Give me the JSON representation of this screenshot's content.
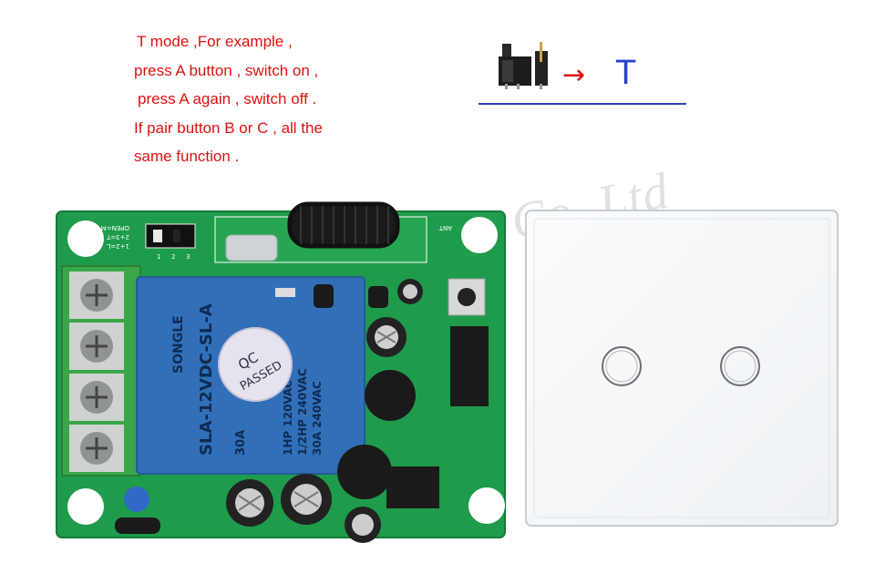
{
  "description": {
    "lines": [
      "T mode ,For example ,",
      "press A button , switch on ,",
      "press A again , switch off .",
      "If pair button B or C , all the",
      "same function ."
    ]
  },
  "mode_indicator": {
    "arrow": "→",
    "mode_letter": "T",
    "jumper_icon": "jumper-icon"
  },
  "watermark": {
    "text": "Co.,Ltd"
  },
  "pcb": {
    "jumper_labels": [
      "OPEN=M",
      "2+3=T",
      "1+2=L"
    ],
    "pin_numbers": [
      "1",
      "2",
      "3"
    ],
    "ant_label": "ANT",
    "relay": {
      "brand": "SONGLE",
      "model": "SLA-12VDC-SL-A",
      "ratings": [
        "1HP 120VAC",
        "1/2HP 240VAC",
        "30A 240VAC"
      ],
      "qc_sticker": [
        "QC",
        "PASSED"
      ],
      "rating_30a": "30A"
    },
    "colors": {
      "board": "#1e9e4a",
      "terminal": "#3aa84a",
      "relay": "#2f6fb8"
    }
  },
  "touch_panel": {
    "buttons": [
      "touch-button-1",
      "touch-button-2"
    ],
    "color": "#f4f6f8"
  }
}
